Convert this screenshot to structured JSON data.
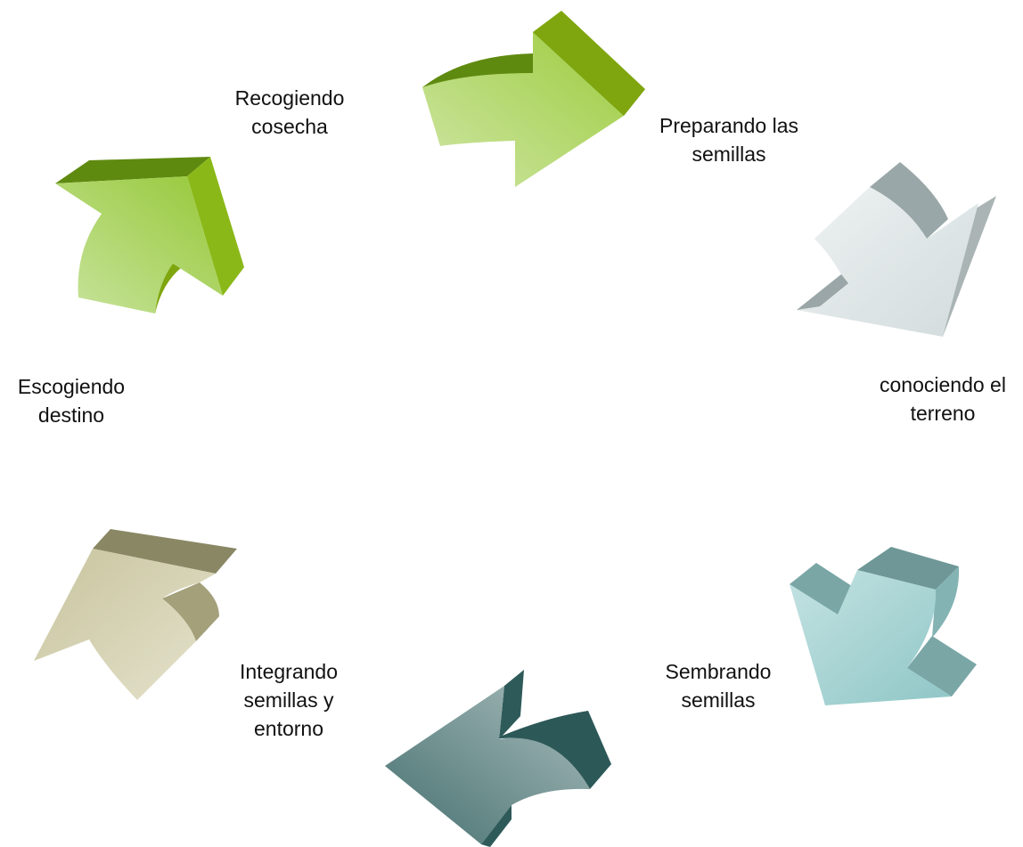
{
  "diagram": {
    "type": "cycle",
    "steps": [
      {
        "id": "preparando",
        "lines": [
          "Preparando las",
          "semillas"
        ],
        "color": "#8db92e"
      },
      {
        "id": "conociendo",
        "lines": [
          "conociendo el",
          "terreno"
        ],
        "color": "#c9d2d3"
      },
      {
        "id": "sembrando",
        "lines": [
          "Sembrando",
          "semillas"
        ],
        "color": "#8fc3c3"
      },
      {
        "id": "integrando",
        "lines": [
          "Integrando",
          "semillas y",
          "entorno"
        ],
        "color": "#3f6b6b"
      },
      {
        "id": "escogiendo",
        "lines": [
          "Escogiendo",
          "destino"
        ],
        "color": "#c9c6a2"
      },
      {
        "id": "recogiendo",
        "lines": [
          "Recogiendo",
          "cosecha"
        ],
        "color": "#9ccc3c"
      }
    ]
  }
}
